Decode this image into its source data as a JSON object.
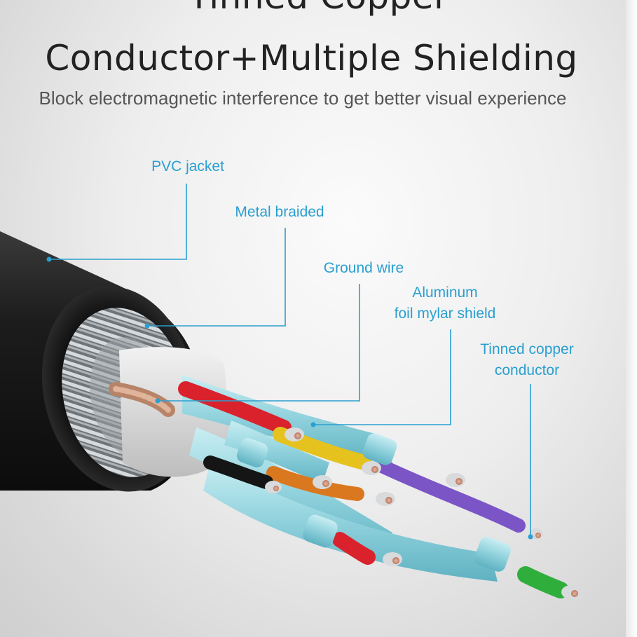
{
  "header": {
    "title_line1": "Tinned Copper",
    "title_line2": "Conductor+Multiple Shielding",
    "subtitle": "Block electromagnetic interference to get better visual experience"
  },
  "callouts": {
    "pvc_jacket": "PVC jacket",
    "metal_braided": "Metal braided",
    "ground_wire": "Ground wire",
    "aluminum_line1": "Aluminum",
    "aluminum_line2": "foil mylar shield",
    "tinned_line1": "Tinned copper",
    "tinned_line2": "conductor"
  },
  "colors": {
    "callout": "#2a9fd0",
    "title": "#222222",
    "jacket": "#1b1b1b",
    "wire_red": "#d9222c",
    "wire_yellow": "#e6c21e",
    "wire_purple": "#7b55c6",
    "wire_orange": "#d9781f",
    "wire_green": "#2fae3c",
    "wire_black": "#151515",
    "foil": "#8fd1dc"
  }
}
